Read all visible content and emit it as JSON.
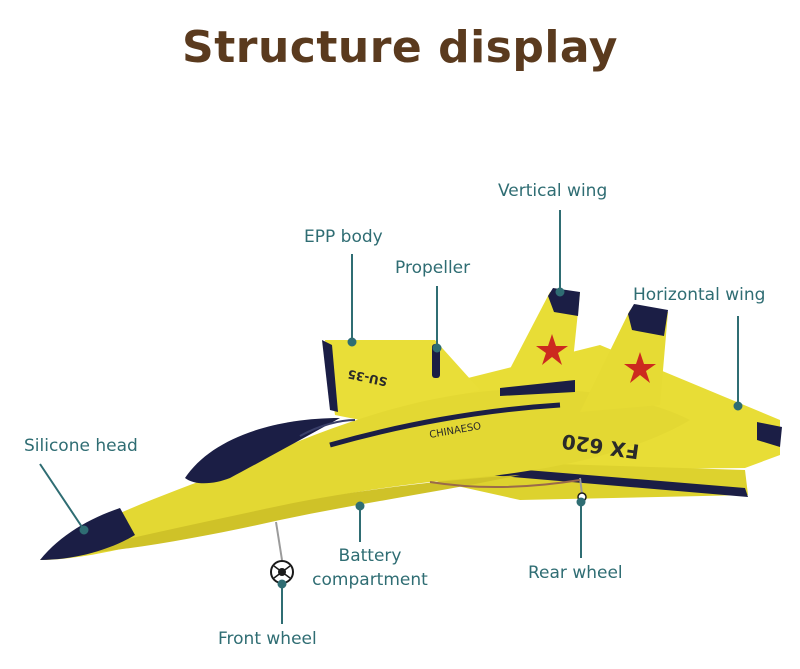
{
  "title": "Structure display",
  "labels": {
    "vertical_wing": "Vertical wing",
    "epp_body": "EPP body",
    "propeller": "Propeller",
    "horizontal_wing": "Horizontal wing",
    "silicone_head": "Silicone head",
    "battery_line1": "Battery",
    "battery_line2": "compartment",
    "rear_wheel": "Rear wheel",
    "front_wheel": "Front wheel"
  },
  "decals": {
    "model": "FX 620",
    "body_text": "SU-35",
    "side_text": "CHINAESO"
  },
  "colors": {
    "title": "#5a3a1e",
    "label": "#2f6d73",
    "plane_yellow": "#e8dd36",
    "plane_navy": "#1b1e45",
    "star_red": "#cc2a1f"
  }
}
